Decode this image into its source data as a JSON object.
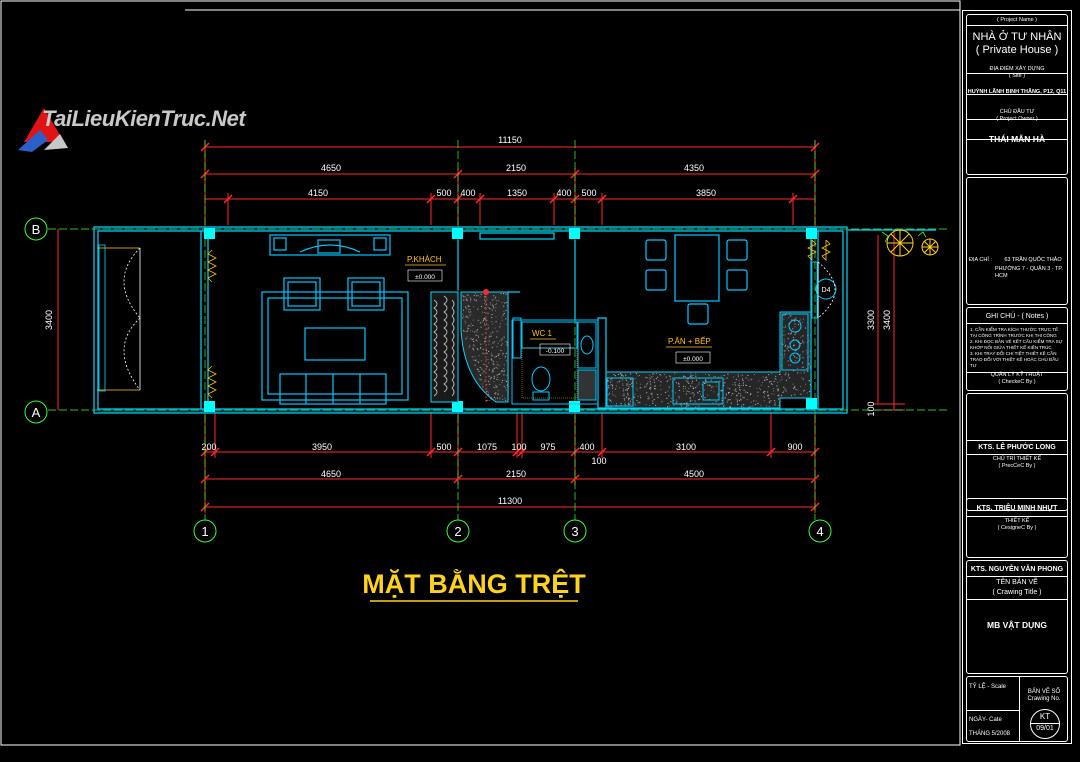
{
  "title": "MẶT BẰNG TRỆT",
  "watermark": "TaiLieuKienTruc.Net",
  "dims": {
    "top_total": "11150",
    "top_row1": [
      "4650",
      "2150",
      "4350"
    ],
    "top_row2": [
      "4150",
      "500",
      "400",
      "1350",
      "400",
      "500",
      "3850"
    ],
    "bottom_row1": [
      "200",
      "3950",
      "500",
      "1075",
      "100",
      "975",
      "400",
      "3100",
      "900"
    ],
    "bottom_small": "100",
    "bottom_row2": [
      "4650",
      "2150",
      "4500"
    ],
    "bottom_total": "11300",
    "left": "3400",
    "right_a": "3300",
    "right_b": "3400",
    "right_small": "100"
  },
  "grid": {
    "rows": [
      "B",
      "A"
    ],
    "cols": [
      "1",
      "2",
      "3",
      "4"
    ]
  },
  "rooms": {
    "living": "P.KHÁCH",
    "living_level": "±0.000",
    "wc": "WC 1",
    "wc_level": "-0.100",
    "kitchen": "P.ĂN + BẾP",
    "kitchen_level": "±0.000",
    "door": "D4"
  },
  "titleblock": {
    "project_label": "( Project Name )",
    "project_name": "NHÀ Ở TƯ NHÂN",
    "project_sub": "( Private House )",
    "site_label": "ĐỊA ĐIỂM XÂY DỰNG",
    "site_sub": "( Site )",
    "site_value": "HUỲNH LÃNH BINH THĂNG, P12, Q11",
    "owner_label": "CHỦ ĐẦU TƯ",
    "owner_sub": "( Project Owner )",
    "owner_value": "THÁI MẪN HÀ",
    "address_label": "ĐỊA CHỈ :",
    "address_value1": "63 TRẦN QUỐC THẢO",
    "address_value2": "PHƯỜNG 7 - QUẬN 3 - TP. HCM",
    "notes_label": "GHI CHÚ - ( Notes )",
    "notes": [
      "1. CẦN KIỂM TRA KÍCH THƯỚC TRỰC TẾ TẠI CÔNG TRÌNH TRƯỚC KHI THI CÔNG",
      "2. KHI ĐỌC BẢN VẼ KẾT CẤU KIỂM TRA SỰ KHỚP NỐI GIỮA THIẾT KẾ KIẾN TRÚC",
      "3. KHI TRAY ĐỔI CHI TIẾT THIẾT KẾ CẦN TRAO ĐỔI VỚI THIẾT KẾ HOẶC CHỦ ĐẦU TƯ"
    ],
    "checked_label": "QUẢN LÝ KỸ THUẬT",
    "checked_sub": "( CheckeC By )",
    "checked_name": "KTS. LÊ PHƯỚC LONG",
    "precheck_label": "CHỦ TRÌ THIẾT KẾ",
    "precheck_sub": "( PrecCeC By )",
    "designer_name": "KTS. TRIỆU MINH NHỰT",
    "designer_label": "THIẾT KẾ",
    "designer_sub": "( CesigneC By )",
    "drawer_name": "KTS. NGUYỄN VĂN PHONG",
    "drawing_title_label": "TÊN BẢN VẼ",
    "drawing_title_sub": "( Crawing Title )",
    "drawing_title": "MB VẬT DỤNG",
    "scale_label": "TỶ LỆ - Scale",
    "sheet_label": "BẢN VẼ SỐ",
    "sheet_sub": "Crawing No.",
    "sheet_code": "KT",
    "sheet_no": "09/01",
    "date_label": "NGÀY- Cate",
    "date_value": "THÁNG 5/2008"
  },
  "colors": {
    "background": "#000000",
    "dimension": "#ff2a2a",
    "dimension_text": "#ffffff",
    "wall": "#00d8ff",
    "column": "#00ffff",
    "grid_bubble": "#39ff39",
    "title": "#ffd21f",
    "room_label": "#ffc21a",
    "furniture": "#00c8ff"
  }
}
